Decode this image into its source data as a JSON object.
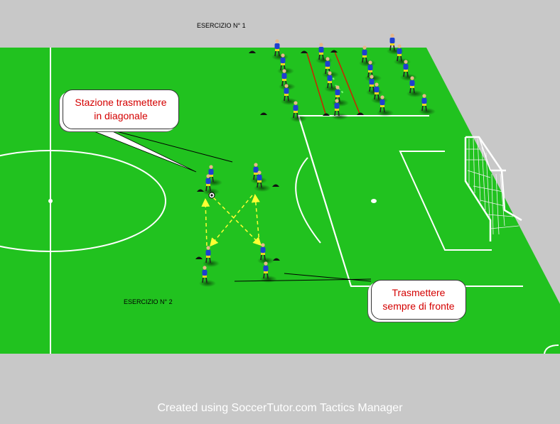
{
  "labels": {
    "exercise1": "ESERCIZIO N° 1",
    "exercise2": "ESERCIZIO N° 2"
  },
  "callouts": {
    "diagonal": {
      "line1": "Stazione trasmettere",
      "line2": "in diagonale"
    },
    "front": {
      "line1": "Trasmettere",
      "line2": "sempre di fronte"
    }
  },
  "footer": "Created using SoccerTutor.com Tactics Manager",
  "colors": {
    "pitch": "#21c21f",
    "background": "#c8c8c8",
    "player_shirt": "#1f3fd0",
    "player_shorts": "#e8d820",
    "pass_arrow": "#ffff33",
    "callout_text": "#d40000",
    "lane_line": "#cc2200"
  },
  "icons": [
    "player-icon",
    "cone-icon",
    "ball-icon",
    "goal-icon",
    "pass-arrow-icon"
  ]
}
